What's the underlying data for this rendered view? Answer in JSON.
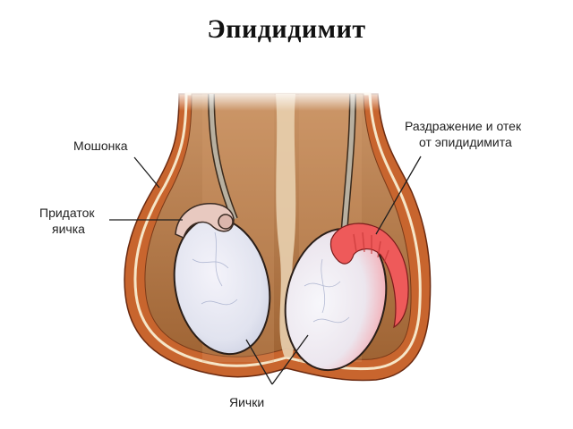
{
  "title": "Эпидидимит",
  "labels": {
    "scrotum": "Мошонка",
    "epididymis_line1": "Придаток",
    "epididymis_line2": "яичка",
    "inflammation_line1": "Раздражение и отек",
    "inflammation_line2": "от эпидидимита",
    "testicles": "Яички"
  },
  "colors": {
    "skin_outer": "#c8652e",
    "skin_inner": "#b87a4c",
    "cavity": "#a8703f",
    "testis": "#e6e8f2",
    "epididymis_normal": "#e8c9c0",
    "epididymis_inflamed": "#ee5a5a",
    "septum": "#e8cfae"
  }
}
